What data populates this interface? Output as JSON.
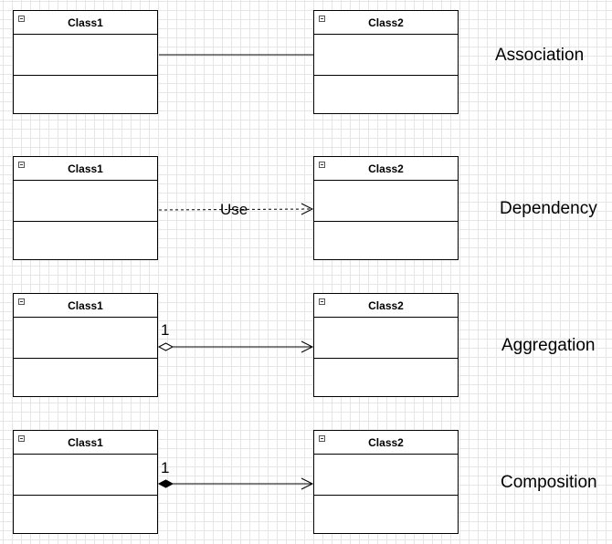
{
  "rows": [
    {
      "relationship": "Association",
      "left_class": "Class1",
      "right_class": "Class2",
      "connector": {
        "style": "solid",
        "source_end": "none",
        "target_end": "none"
      }
    },
    {
      "relationship": "Dependency",
      "left_class": "Class1",
      "right_class": "Class2",
      "connector": {
        "style": "dashed",
        "source_end": "none",
        "target_end": "open-arrow",
        "label": "Use"
      }
    },
    {
      "relationship": "Aggregation",
      "left_class": "Class1",
      "right_class": "Class2",
      "connector": {
        "style": "solid",
        "source_end": "hollow-diamond",
        "target_end": "open-arrow",
        "multiplicity": "1"
      }
    },
    {
      "relationship": "Composition",
      "left_class": "Class1",
      "right_class": "Class2",
      "connector": {
        "style": "solid",
        "source_end": "filled-diamond",
        "target_end": "open-arrow",
        "multiplicity": "1"
      }
    }
  ],
  "icons": {
    "class_header": "collapse-icon"
  },
  "colors": {
    "line": "#000000",
    "grid": "#e6e6e6",
    "background": "#ffffff"
  }
}
